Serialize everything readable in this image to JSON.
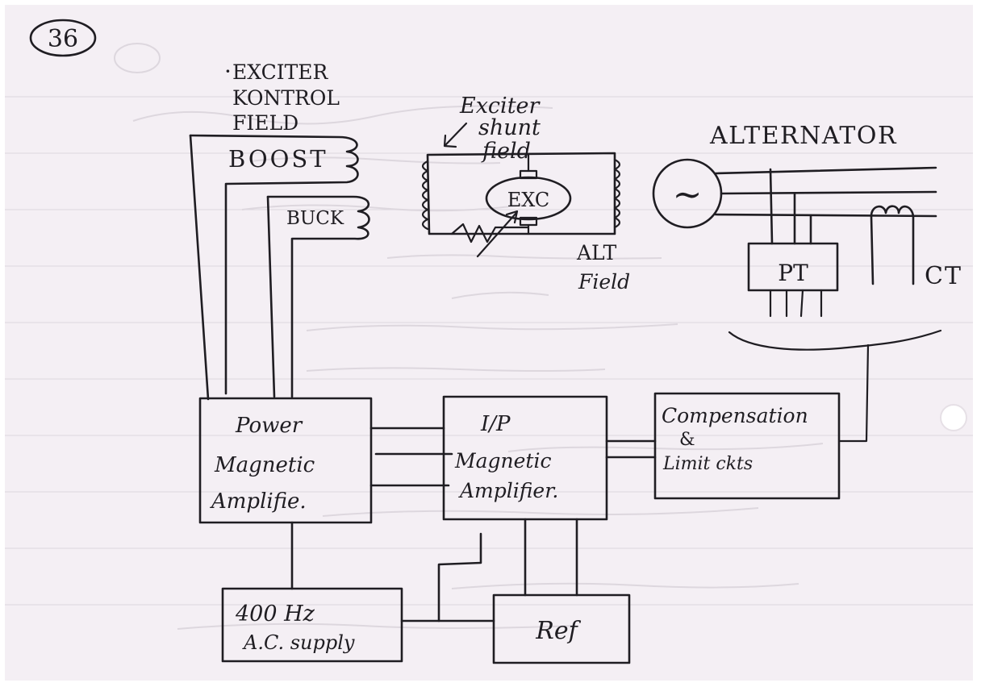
{
  "page_number": "36",
  "exciter_control_field_label": [
    "EXCITER",
    "KONTROL",
    "FIELD"
  ],
  "boost_label": "BOOST",
  "buck_label": "BUCK",
  "exciter_shunt_field_label": [
    "Exciter",
    "shunt",
    "field"
  ],
  "exc_label": "EXC",
  "alt_field_label": [
    "ALT",
    "Field"
  ],
  "alternator_label": "ALTERNATOR",
  "ac_source_symbol": "~",
  "pt_label": "PT",
  "ct_label": "CT",
  "power_amp_label": [
    "Power",
    "Magnetic",
    "Amplifie."
  ],
  "input_amp_label": [
    "I/P",
    "Magnetic",
    "Amplifier."
  ],
  "compensation_label": [
    "Compensation",
    "&",
    "Limit ckts"
  ],
  "supply_label": [
    "400 Hz",
    "A.C. supply"
  ],
  "ref_label": "Ref",
  "colors": {
    "paper": "#f4eff4",
    "ink": "#1f1d22",
    "show_through": "#d9d3da"
  }
}
